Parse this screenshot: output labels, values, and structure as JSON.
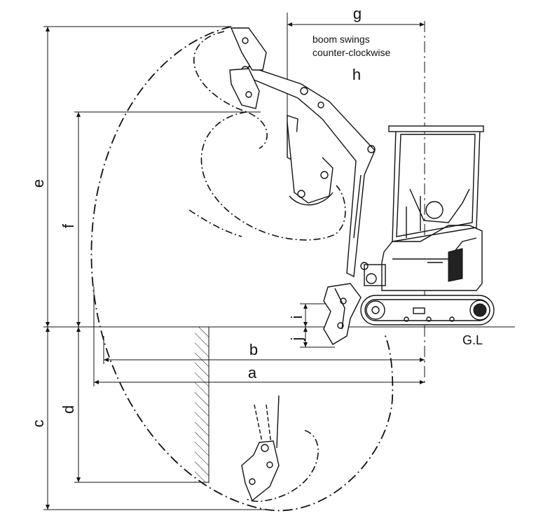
{
  "labels": {
    "a": "a",
    "b": "b",
    "c": "c",
    "d": "d",
    "e": "e",
    "f": "f",
    "g": "g",
    "h": "h",
    "i": "i",
    "j": "j",
    "gl": "G.L"
  },
  "note": {
    "line1": "boom swings",
    "line2": "counter-clockwise"
  }
}
